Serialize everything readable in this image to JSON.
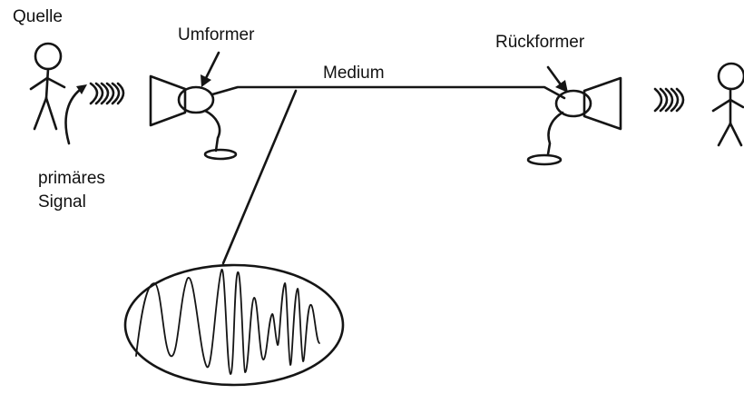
{
  "labels": {
    "source": "Quelle",
    "transmitter": "Umformer",
    "medium": "Medium",
    "receiver": "Rückformer",
    "primary_signal_line1": "primäres",
    "primary_signal_line2": "Signal"
  },
  "colors": {
    "ink": "#151515",
    "background": "#ffffff"
  },
  "icons": {
    "sender": "stick-figure-icon",
    "receiver": "stick-figure-icon",
    "transmitter": "speaker-icon",
    "receiver_device": "speaker-icon",
    "sound": "sound-wave-icon",
    "detail": "waveform-icon"
  }
}
